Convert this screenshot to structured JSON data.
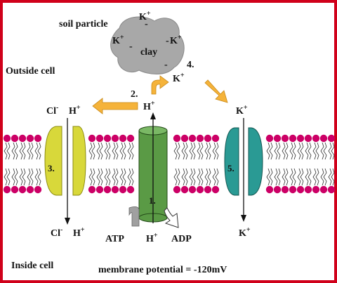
{
  "colors": {
    "frame": "#d0001a",
    "lipid_head": "#cc0066",
    "lipid_tail": "#333333",
    "clay": "#a8a8a8",
    "pump": "#5a9a45",
    "anion_channel": "#d8d83a",
    "k_channel": "#2a9a94",
    "arrow": "#f5b33a"
  },
  "labels": {
    "soil_particle": "soil particle",
    "clay": "clay",
    "outside_cell": "Outside cell",
    "inside_cell": "Inside cell",
    "membrane_potential": "membrane potential = -120mV",
    "step2": "2.",
    "step4": "4.",
    "pump_number": "1.",
    "anion_channel_number": "3.",
    "k_channel_number": "5.",
    "atp": "ATP",
    "adp": "ADP"
  },
  "ions": {
    "k": "K",
    "h": "H",
    "cl": "Cl",
    "plus": "+",
    "minus": "-"
  }
}
